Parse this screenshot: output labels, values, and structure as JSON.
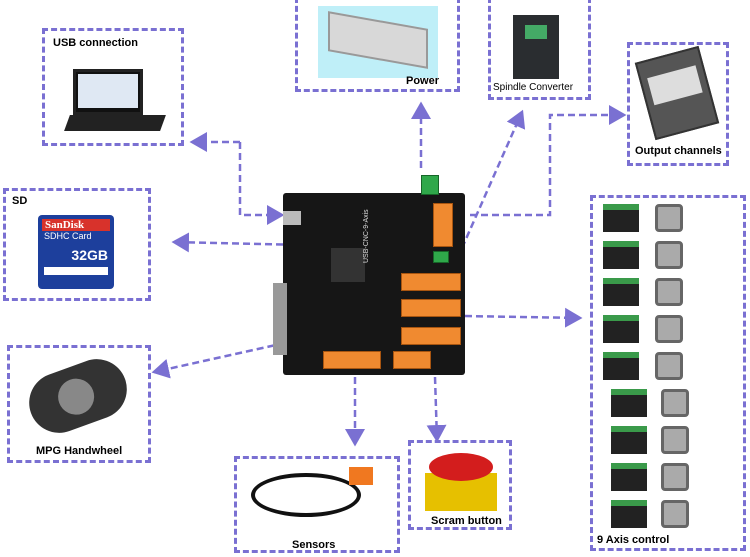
{
  "title": "USB-CNC-9-Axis connection diagram",
  "board": {
    "label": "USB-CNC-9-Axis"
  },
  "nodes": {
    "usb": {
      "label": "USB connection"
    },
    "power": {
      "label": "Power"
    },
    "spindle": {
      "label": "Spindle Converter"
    },
    "output": {
      "label": "Output channels"
    },
    "sd": {
      "label": "SD",
      "card_brand": "SanDisk",
      "card_type": "SDHC Card",
      "card_size": "32GB"
    },
    "mpg": {
      "label": "MPG Handwheel"
    },
    "sensors": {
      "label": "Sensors"
    },
    "scram": {
      "label": "Scram button"
    },
    "axis": {
      "label": "9 Axis control",
      "count": 9
    }
  },
  "colors": {
    "dash": "#7a70d2",
    "board": "#161616",
    "terminal": "#f08a30"
  }
}
